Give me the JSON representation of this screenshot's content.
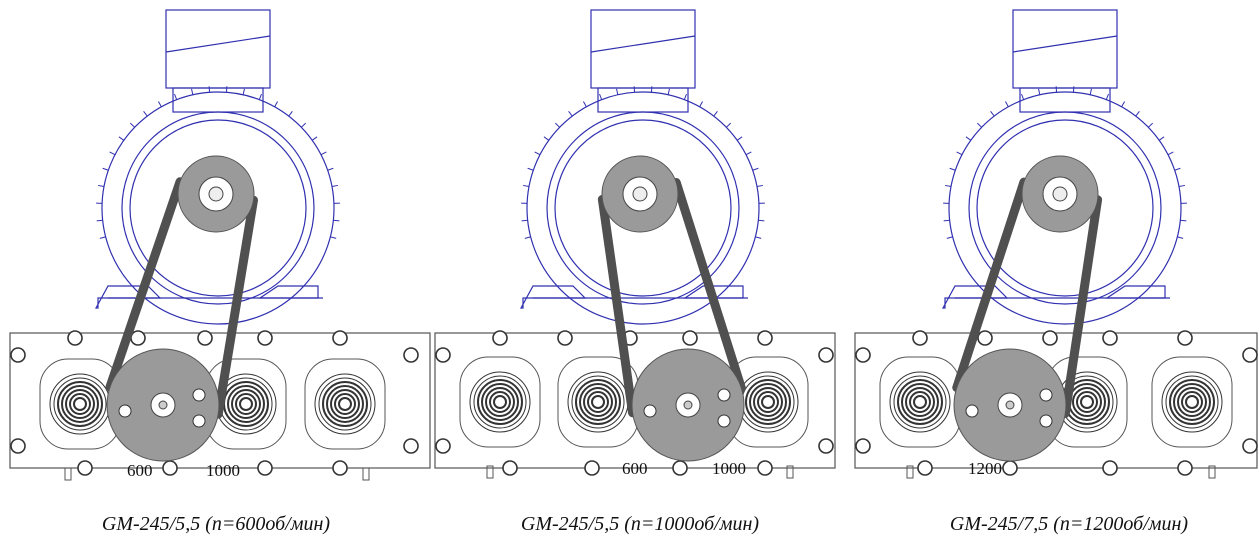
{
  "colors": {
    "motor_line": "#3030b0",
    "plate_line": "#555555",
    "pulley_fill": "#9a9a9a",
    "belt": "#505050",
    "hole_stroke": "#333333"
  },
  "assemblies": [
    {
      "caption": "GM-245/5,5 (n=600об/мин)",
      "speed_labels": [
        "600",
        "1000"
      ]
    },
    {
      "caption": "GM-245/5,5 (n=1000об/мин)",
      "speed_labels": [
        "600",
        "1000"
      ]
    },
    {
      "caption": "GM-245/7,5 (n=1200об/мин)",
      "speed_labels": [
        "1200"
      ]
    }
  ]
}
